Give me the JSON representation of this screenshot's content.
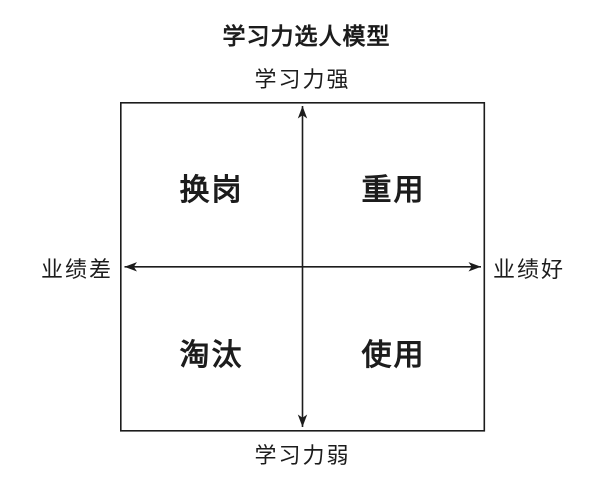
{
  "diagram": {
    "title": "学习力选人模型",
    "axis_labels": {
      "top": "学习力强",
      "bottom": "学习力弱",
      "left": "业绩差",
      "right": "业绩好"
    },
    "quadrants": {
      "top_left": "换岗",
      "top_right": "重用",
      "bottom_left": "淘汰",
      "bottom_right": "使用"
    },
    "colors": {
      "line": "#1c1c1c",
      "text": "#1c1c1c",
      "background": "#ffffff"
    }
  }
}
